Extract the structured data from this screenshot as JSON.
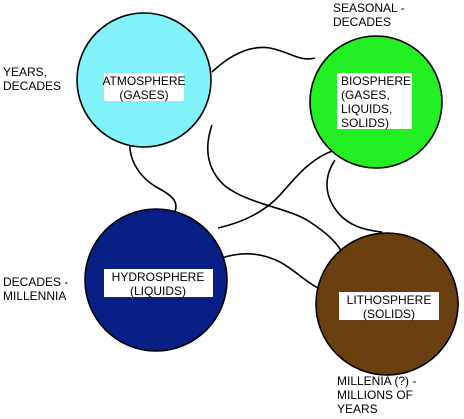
{
  "spheres": {
    "atmosphere": {
      "line1": "ATMOSPHERE",
      "line2": "(GASES)",
      "color": "#80f2f8"
    },
    "biosphere": {
      "line1": "BIOSPHERE",
      "line2": "(GASES,",
      "line3": "LIQUIDS,",
      "line4": "SOLIDS)",
      "color": "#22ee22"
    },
    "hydrosphere": {
      "line1": "HYDROSPHERE",
      "line2": "(LIQUIDS)",
      "color": "#081f85"
    },
    "lithosphere": {
      "line1": "LITHOSPHERE",
      "line2": "(SOLIDS)",
      "color": "#6b3e10"
    }
  },
  "timescales": {
    "atmosphere": {
      "line1": "YEARS,",
      "line2": "DECADES"
    },
    "biosphere": {
      "line1": "SEASONAL -",
      "line2": "DECADES"
    },
    "hydrosphere": {
      "line1": "DECADES -",
      "line2": "MILLENNIA"
    },
    "lithosphere": {
      "line1": "MILLENIA (?) -",
      "line2": "MILLIONS OF",
      "line3": "YEARS"
    }
  }
}
